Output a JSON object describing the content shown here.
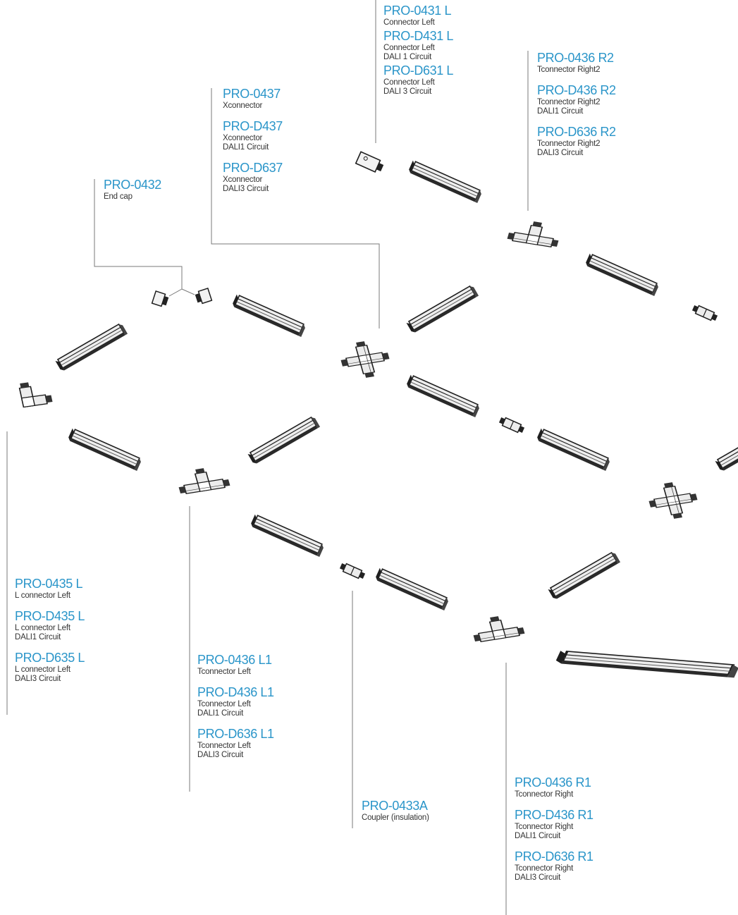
{
  "colors": {
    "code_text": "#2a95c9",
    "desc_text": "#333333",
    "leader_line": "#7a7a7a",
    "track_body": "#e9e9e9",
    "track_outline": "#1e1e1e"
  },
  "icons": [
    "track-rail-icon",
    "end-cap-icon",
    "x-connector-icon",
    "t-connector-icon",
    "l-connector-icon",
    "coupler-icon",
    "connector-left-icon"
  ],
  "groups": {
    "connector_left": {
      "entries": [
        {
          "code": "PRO-0431 L",
          "lines": [
            "Connector Left"
          ]
        },
        {
          "code": "PRO-D431 L",
          "lines": [
            "Connector Left",
            "DALI  1 Circuit"
          ]
        },
        {
          "code": "PRO-D631 L",
          "lines": [
            "Connector Left",
            "DALI  3 Circuit"
          ]
        }
      ]
    },
    "tconnector_right2": {
      "entries": [
        {
          "code": "PRO-0436  R2",
          "lines": [
            "Tconnector  Right2"
          ]
        },
        {
          "code": "PRO-D436  R2",
          "lines": [
            "Tconnector  Right2",
            "DALI1 Circuit"
          ]
        },
        {
          "code": "PRO-D636  R2",
          "lines": [
            "Tconnector  Right2",
            "DALI3 Circuit"
          ]
        }
      ]
    },
    "xconnector": {
      "entries": [
        {
          "code": "PRO-0437",
          "lines": [
            "Xconnector"
          ]
        },
        {
          "code": "PRO-D437",
          "lines": [
            "Xconnector",
            "DALI1 Circuit"
          ]
        },
        {
          "code": "PRO-D637",
          "lines": [
            "Xconnector",
            "DALI3 Circuit"
          ]
        }
      ]
    },
    "end_cap": {
      "entries": [
        {
          "code": "PRO-0432",
          "lines": [
            "End cap"
          ]
        }
      ]
    },
    "lconnector_left": {
      "entries": [
        {
          "code": "PRO-0435 L",
          "lines": [
            "L connector  Left"
          ]
        },
        {
          "code": "PRO-D435 L",
          "lines": [
            "L connector  Left",
            "DALI1 Circuit"
          ]
        },
        {
          "code": "PRO-D635 L",
          "lines": [
            "L connector  Left",
            "DALI3 Circuit"
          ]
        }
      ]
    },
    "tconnector_left1": {
      "entries": [
        {
          "code": "PRO-0436 L1",
          "lines": [
            "Tconnector   Left"
          ]
        },
        {
          "code": "PRO-D436 L1",
          "lines": [
            "Tconnector   Left",
            "DALI1 Circuit"
          ]
        },
        {
          "code": "PRO-D636 L1",
          "lines": [
            "Tconnector   Left",
            "DALI3 Circuit"
          ]
        }
      ]
    },
    "coupler": {
      "entries": [
        {
          "code": "PRO-0433A",
          "lines": [
            "Coupler (insulation)"
          ]
        }
      ]
    },
    "tconnector_right1": {
      "entries": [
        {
          "code": "PRO-0436  R1",
          "lines": [
            "Tconnector   Right"
          ]
        },
        {
          "code": "PRO-D436  R1",
          "lines": [
            "Tconnector   Right",
            "DALI1 Circuit"
          ]
        },
        {
          "code": "PRO-D636  R1",
          "lines": [
            "Tconnector   Right",
            "DALI3 Circuit"
          ]
        }
      ]
    }
  }
}
